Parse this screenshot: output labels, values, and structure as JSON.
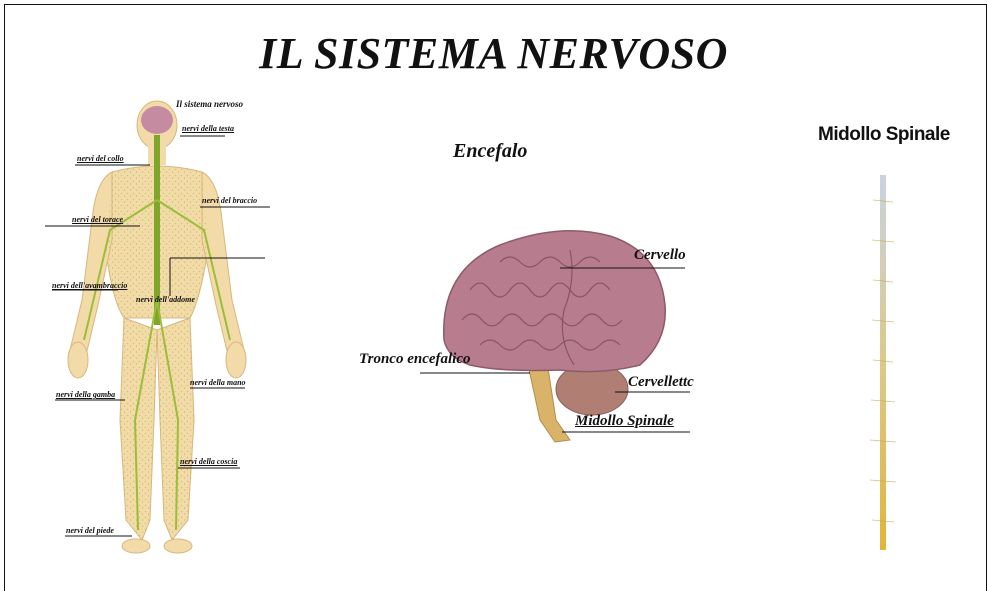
{
  "title": "IL SISTEMA NERVOSO",
  "body_labels": {
    "sistema": "Il sistema nervoso",
    "testa": "nervi della testa",
    "collo": "nervi del collo",
    "braccio": "nervi del braccio",
    "torace": "nervi del torace",
    "avambraccio": "nervi dell'avambraccio",
    "addome": "nervi dell'addome",
    "mano": "nervi della mano",
    "gamba": "nervi della gamba",
    "coscia": "nervi della coscia",
    "piede": "nervi del piede"
  },
  "encefalo": {
    "title": "Encefalo",
    "cervello": "Cervello",
    "tronco": "Tronco encefalico",
    "cervelletto": "Cervellettc",
    "midollo": "Midollo Spinale"
  },
  "midollo_panel": {
    "title": "Midollo Spinale"
  },
  "colors": {
    "skin": "#f3dba9",
    "nerve": "#9bbd3a",
    "brain": "#b77d8e",
    "cerebellum": "#b07e73",
    "stem": "#d9b36a"
  }
}
